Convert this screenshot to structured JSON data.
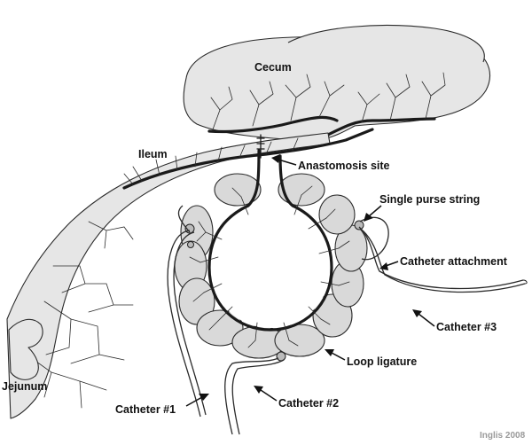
{
  "labels": {
    "cecum": "Cecum",
    "ileum": "Ileum",
    "jejunum": "Jejunum",
    "anastomosis_site": "Anastomosis site",
    "single_purse_string": "Single purse string",
    "catheter_attachment": "Catheter attachment",
    "catheter_3": "Catheter #3",
    "loop_ligature": "Loop ligature",
    "catheter_1": "Catheter #1",
    "catheter_2": "Catheter #2"
  },
  "credit": "Inglis 2008"
}
